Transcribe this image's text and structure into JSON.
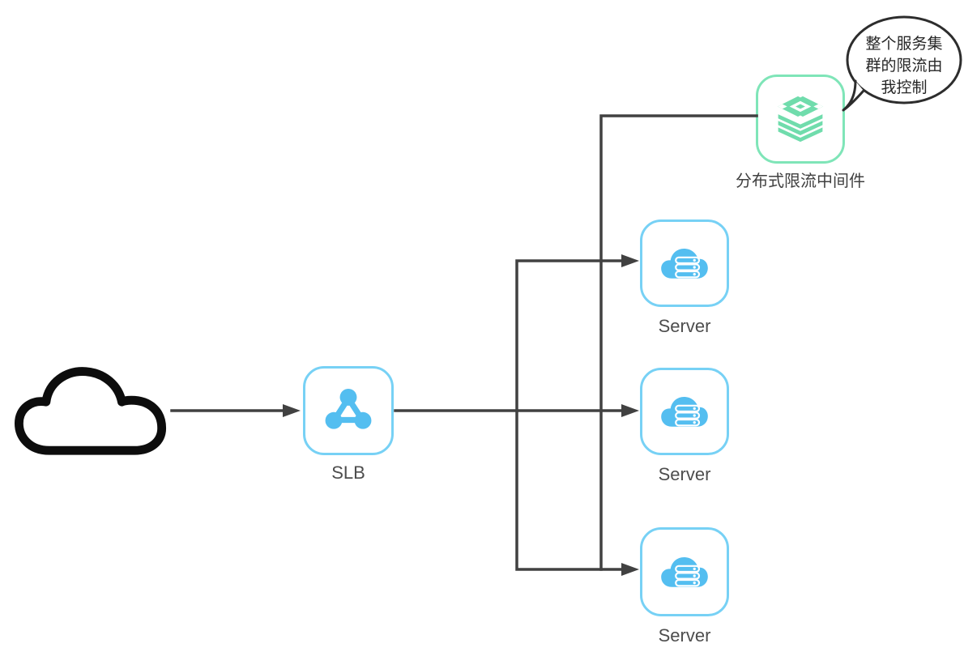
{
  "bubble": {
    "lines": [
      "整个服务集",
      "群的限流由",
      "我控制"
    ]
  },
  "nodes": {
    "middleware": {
      "label": "分布式限流中间件"
    },
    "slb": {
      "label": "SLB"
    },
    "servers": [
      {
        "label": "Server"
      },
      {
        "label": "Server"
      },
      {
        "label": "Server"
      }
    ]
  },
  "icons": {
    "internet": "cloud-icon",
    "slb": "load-balancer-network-icon",
    "server": "cloud-server-icon",
    "middleware": "stacked-layers-icon",
    "bubble": "speech-bubble"
  },
  "colors": {
    "node_blue_fill": "#54bef0",
    "node_blue_border": "#77d1f5",
    "node_green_fill": "#70dcac",
    "node_green_border": "#7fe5b8",
    "connector": "#414141",
    "cloud_outline": "#0d0d0d",
    "label_text": "#4d4d4d",
    "bubble_text": "#262626",
    "background": "#ffffff"
  }
}
